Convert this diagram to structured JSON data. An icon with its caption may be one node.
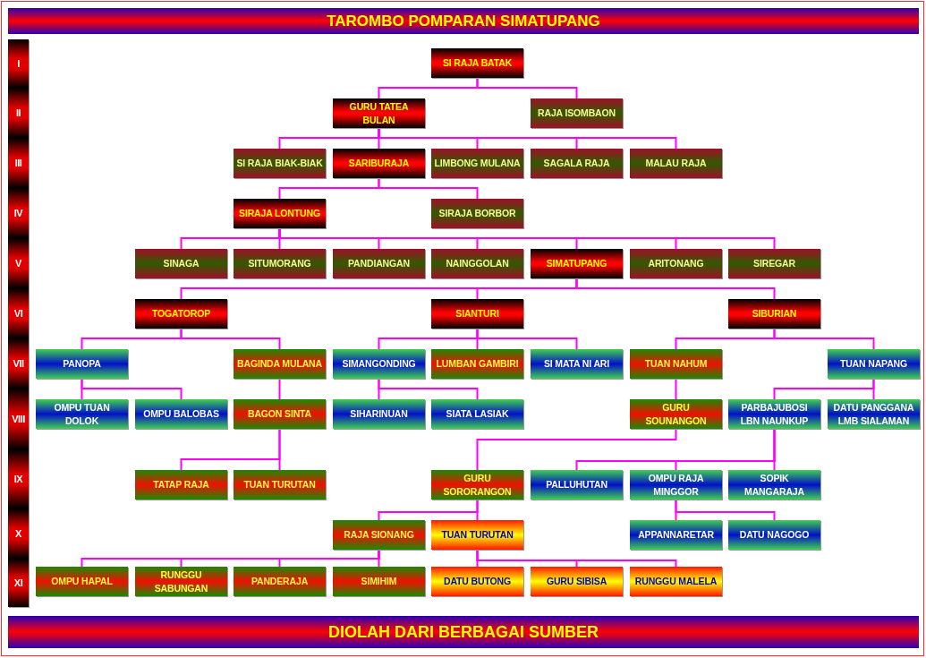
{
  "diagram": {
    "title": "TAROMBO POMPARAN SIMATUPANG",
    "caption": "DIOLAH DARI BERBAGAI SUMBER",
    "nodes": [
      {
        "text": [
          "SI RAJA BATAK"
        ]
      },
      {
        "text": [
          "GURU TATEA BULAN"
        ]
      },
      {
        "text": [
          "RAJA ISOMBAON"
        ]
      },
      {
        "text": [
          "SI RAJA BIAK-BIAK"
        ]
      },
      {
        "text": [
          "SARIBURAJA"
        ]
      },
      {
        "text": [
          "LIMBONG MULANA"
        ]
      },
      {
        "text": [
          "SAGALA RAJA"
        ]
      },
      {
        "text": [
          "MALAU RAJA"
        ]
      },
      {
        "text": [
          "SIRAJA LONTUNG"
        ]
      },
      {
        "text": [
          "SIRAJA BORBOR"
        ]
      },
      {
        "text": [
          "SINAGA"
        ]
      },
      {
        "text": [
          "SITUMORANG"
        ]
      },
      {
        "text": [
          "PANDIANGAN"
        ]
      },
      {
        "text": [
          "NAINGGOLAN"
        ]
      },
      {
        "text": [
          "SIMATUPANG"
        ]
      },
      {
        "text": [
          "ARITONANG"
        ]
      },
      {
        "text": [
          "SIREGAR"
        ]
      },
      {
        "text": [
          "TOGATOROP"
        ]
      },
      {
        "text": [
          "SIANTURI"
        ]
      },
      {
        "text": [
          "SIBURIAN"
        ]
      },
      {
        "text": [
          "PANOPA"
        ]
      },
      {
        "text": [
          "BAGINDA MULANA"
        ]
      },
      {
        "text": [
          "SIMANGONDING"
        ]
      },
      {
        "text": [
          "LUMBAN GAMBIRI"
        ]
      },
      {
        "text": [
          "SI MATA NI ARI"
        ]
      },
      {
        "text": [
          "TUAN NAHUM"
        ]
      },
      {
        "text": [
          "TUAN NAPANG"
        ]
      },
      {
        "text": [
          "OMPU TUAN DOLOK"
        ]
      },
      {
        "text": [
          "OMPU BALOBAS"
        ]
      },
      {
        "text": [
          "BAGON SINTA"
        ]
      },
      {
        "text": [
          "SIHARINUAN"
        ]
      },
      {
        "text": [
          "SIATA LASIAK"
        ]
      },
      {
        "text": [
          "GURU SOUNANGON"
        ]
      },
      {
        "text": [
          "PARBAJUBOSI LBN NAUNKUP"
        ]
      },
      {
        "text": [
          "DATU PANGGANA LMB SIALAMAN"
        ]
      },
      {
        "text": [
          "TATAP RAJA"
        ]
      },
      {
        "text": [
          "TUAN TURUTAN"
        ]
      },
      {
        "text": [
          "GURU SORORANGON"
        ]
      },
      {
        "text": [
          "PALLUHUTAN"
        ]
      },
      {
        "text": [
          "OMPU RAJA MINGGOR"
        ]
      },
      {
        "text": [
          "SOPIK MANGARAJA"
        ]
      },
      {
        "text": [
          "RAJA SIONANG"
        ]
      },
      {
        "text": [
          "TUAN TURUTAN"
        ]
      },
      {
        "text": [
          "APPANNARETAR"
        ]
      },
      {
        "text": [
          "DATU NAGOGO"
        ]
      },
      {
        "text": [
          "OMPU HAPAL"
        ]
      },
      {
        "text": [
          "RUNGGU SABUNGAN"
        ]
      },
      {
        "text": [
          "PANDERAJA"
        ]
      },
      {
        "text": [
          "SIMIHIM"
        ]
      },
      {
        "text": [
          "DATU BUTONG"
        ]
      },
      {
        "text": [
          "GURU SIBISA"
        ]
      },
      {
        "text": [
          "RUNGGU MALELA"
        ]
      }
    ],
    "edges": [
      {
        "from": 0,
        "to": 1,
        "arrow": "none"
      },
      {
        "from": 0,
        "to": 2,
        "arrow": "none"
      },
      {
        "from": 1,
        "to": 3,
        "arrow": "none"
      },
      {
        "from": 1,
        "to": 4,
        "arrow": "none"
      },
      {
        "from": 1,
        "to": 5,
        "arrow": "none"
      },
      {
        "from": 1,
        "to": 6,
        "arrow": "none"
      },
      {
        "from": 1,
        "to": 7,
        "arrow": "none"
      },
      {
        "from": 4,
        "to": 8,
        "arrow": "none"
      },
      {
        "from": 4,
        "to": 9,
        "arrow": "none"
      },
      {
        "from": 8,
        "to": 10,
        "arrow": "none"
      },
      {
        "from": 8,
        "to": 11,
        "arrow": "none"
      },
      {
        "from": 8,
        "to": 12,
        "arrow": "none"
      },
      {
        "from": 8,
        "to": 13,
        "arrow": "none"
      },
      {
        "from": 8,
        "to": 14,
        "arrow": "none"
      },
      {
        "from": 8,
        "to": 15,
        "arrow": "none"
      },
      {
        "from": 8,
        "to": 16,
        "arrow": "none"
      },
      {
        "from": 14,
        "to": 17,
        "arrow": "none"
      },
      {
        "from": 14,
        "to": 18,
        "arrow": "none"
      },
      {
        "from": 14,
        "to": 19,
        "arrow": "none"
      },
      {
        "from": 17,
        "to": 20,
        "arrow": "none"
      },
      {
        "from": 17,
        "to": 21,
        "arrow": "none"
      },
      {
        "from": 18,
        "to": 22,
        "arrow": "none"
      },
      {
        "from": 18,
        "to": 23,
        "arrow": "none"
      },
      {
        "from": 18,
        "to": 24,
        "arrow": "none"
      },
      {
        "from": 19,
        "to": 25,
        "arrow": "none"
      },
      {
        "from": 19,
        "to": 26,
        "arrow": "none"
      },
      {
        "from": 20,
        "to": 27,
        "arrow": "none"
      },
      {
        "from": 20,
        "to": 28,
        "arrow": "none"
      },
      {
        "from": 21,
        "to": 29,
        "arrow": "none"
      },
      {
        "from": 22,
        "to": 30,
        "arrow": "none"
      },
      {
        "from": 22,
        "to": 31,
        "arrow": "none"
      },
      {
        "from": 25,
        "to": 32,
        "arrow": "none"
      },
      {
        "from": 26,
        "to": 33,
        "arrow": "none"
      },
      {
        "from": 26,
        "to": 34,
        "arrow": "none"
      },
      {
        "from": 29,
        "to": 35,
        "arrow": "none"
      },
      {
        "from": 29,
        "to": 36,
        "arrow": "none"
      },
      {
        "from": 32,
        "to": 37,
        "arrow": "none"
      },
      {
        "from": 33,
        "to": 38,
        "arrow": "none"
      },
      {
        "from": 33,
        "to": 39,
        "arrow": "none"
      },
      {
        "from": 33,
        "to": 40,
        "arrow": "none"
      },
      {
        "from": 37,
        "to": 41,
        "arrow": "none"
      },
      {
        "from": 37,
        "to": 42,
        "arrow": "none"
      },
      {
        "from": 39,
        "to": 43,
        "arrow": "none"
      },
      {
        "from": 39,
        "to": 44,
        "arrow": "none"
      },
      {
        "from": 41,
        "to": 45,
        "arrow": "none"
      },
      {
        "from": 41,
        "to": 46,
        "arrow": "none"
      },
      {
        "from": 41,
        "to": 47,
        "arrow": "none"
      },
      {
        "from": 41,
        "to": 48,
        "arrow": "none"
      },
      {
        "from": 42,
        "to": 49,
        "arrow": "none"
      },
      {
        "from": 42,
        "to": 50,
        "arrow": "none"
      },
      {
        "from": 42,
        "to": 51,
        "arrow": "none"
      }
    ],
    "labels": [
      "I",
      "II",
      "III",
      "IV",
      "V",
      "VI",
      "VII",
      "VIII",
      "IX",
      "X",
      "XI"
    ]
  }
}
